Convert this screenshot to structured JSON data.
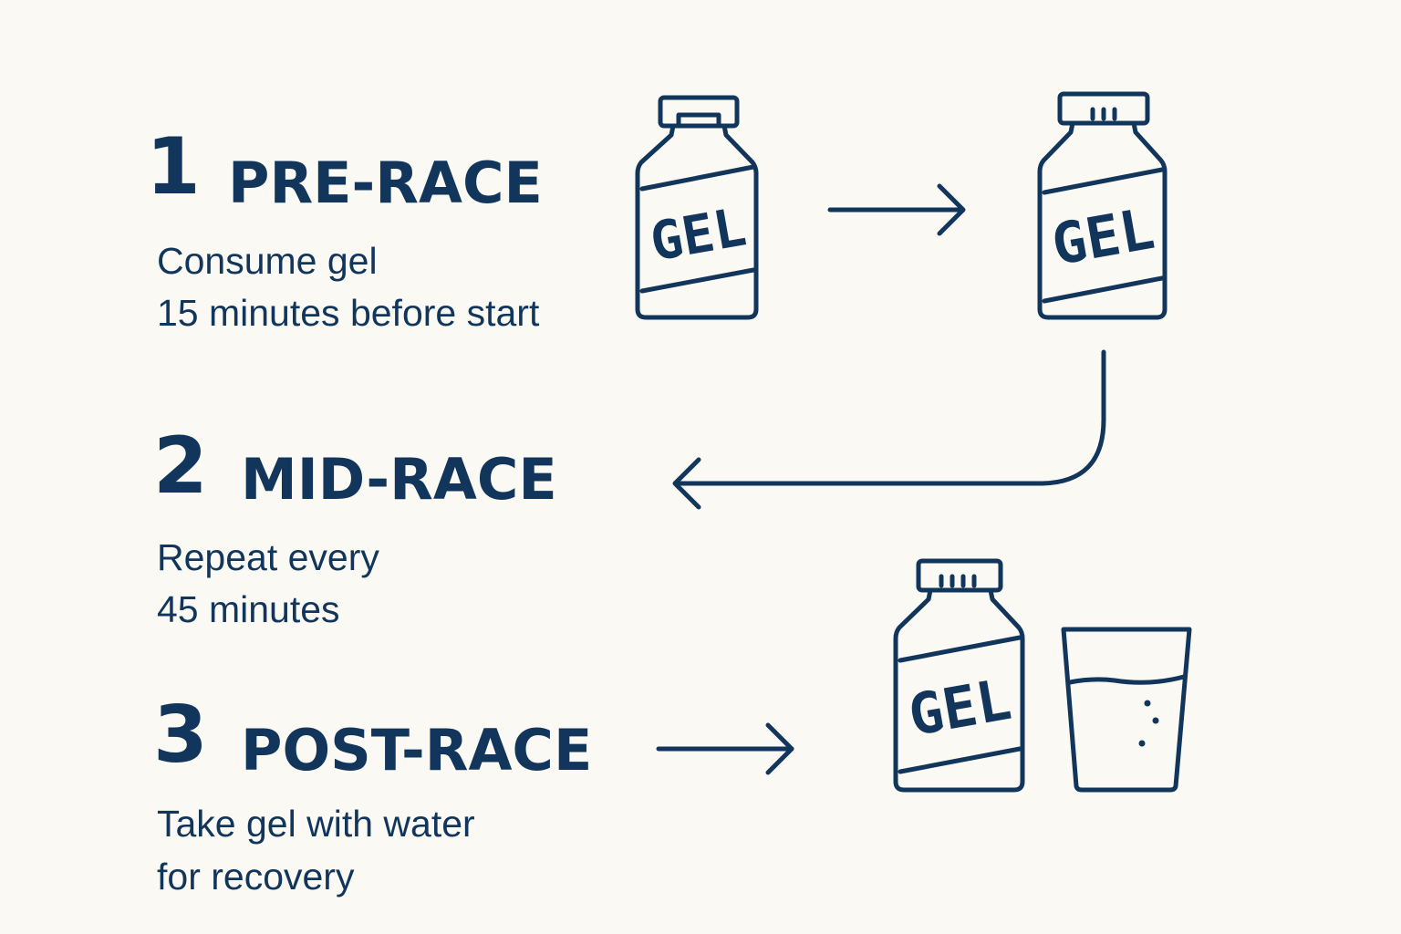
{
  "colors": {
    "background": "#fbf9f3",
    "ink": "#12355b"
  },
  "steps": [
    {
      "number": "1",
      "title": "PRE-RACE",
      "lines": [
        "Consume gel",
        "15 minutes before start"
      ]
    },
    {
      "number": "2",
      "title": "MID-RACE",
      "lines": [
        "Repeat every",
        "45 minutes"
      ]
    },
    {
      "number": "3",
      "title": "POST-RACE",
      "lines": [
        "Take gel with water",
        "for recovery"
      ]
    }
  ],
  "icons": {
    "bottle_label": "GEL",
    "bottle_icon": "gel-bottle-icon",
    "glass_icon": "water-glass-icon",
    "arrow_icon": "arrow-icon"
  }
}
